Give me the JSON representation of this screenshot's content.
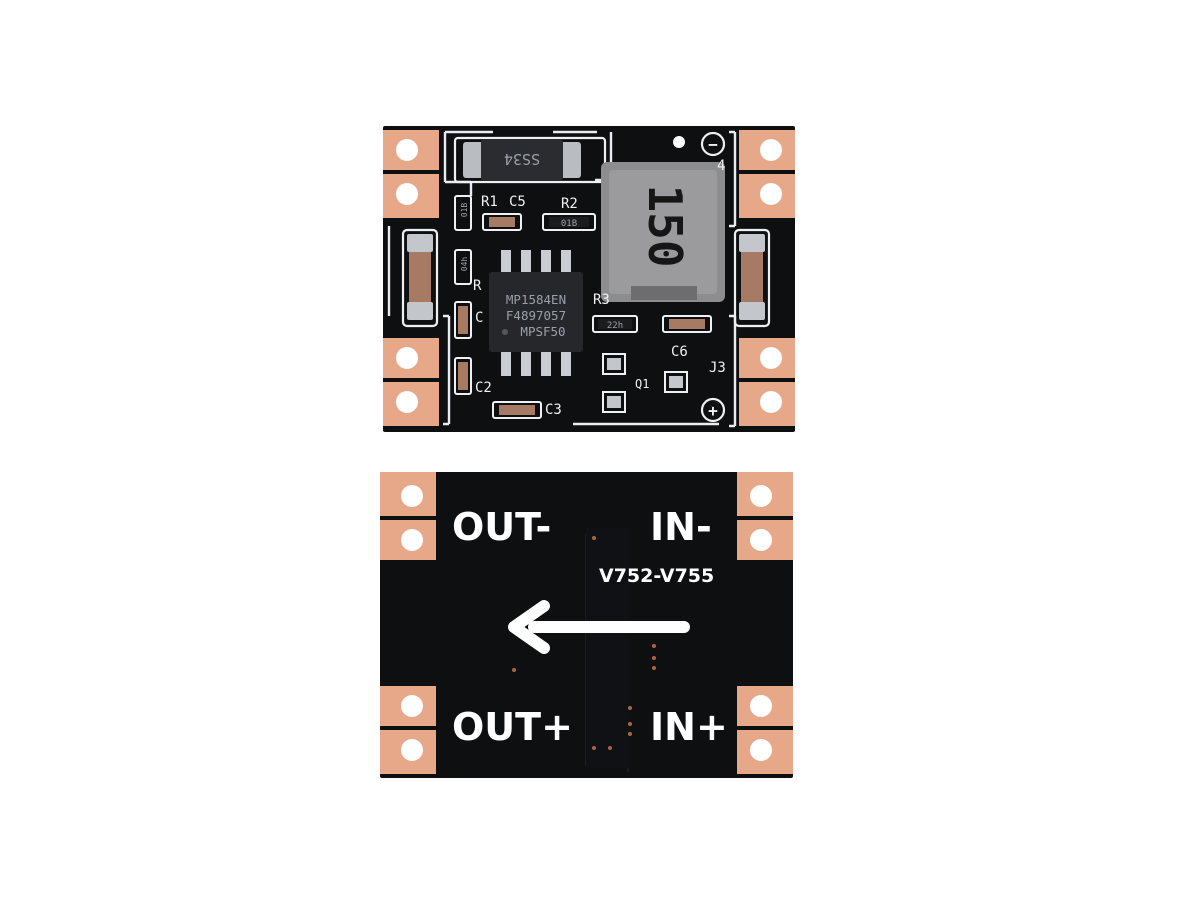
{
  "colors": {
    "pcb": "#0e0f11",
    "pcb_edge": "#1c1d20",
    "silkscreen": "#eef1f4",
    "copper_pad": "#e7a88a",
    "pad_hole": "#ffffff",
    "chip_body": "#26272a",
    "chip_pin": "#c9ccd0",
    "inductor": "#8d8d8f",
    "smd_cap": "#a77a63",
    "solder": "#c3c6ca",
    "background": "#ffffff"
  },
  "top_board": {
    "diode_marking": "SS34",
    "inductor_marking": "150",
    "chip_lines": [
      "MP1584EN",
      "F4897057",
      "MPSF50"
    ],
    "resistor_markings": {
      "r1": "01B",
      "r2": "01B",
      "r_side": "04h",
      "r3": "22h"
    },
    "labels": {
      "r1": "R1",
      "c5": "C5",
      "r2": "R2",
      "r3": "R3",
      "c6": "C6",
      "j3": "J3",
      "j4": "4",
      "c2": "C2",
      "c3": "C3",
      "q1": "Q1",
      "r_left": "R",
      "c_left": "C",
      "minus": "−",
      "plus": "+"
    }
  },
  "bottom_board": {
    "out_minus": "OUT-",
    "in_minus": "IN-",
    "out_plus": "OUT+",
    "in_plus": "IN+",
    "model": "V752-V755",
    "arrow_direction": "left"
  }
}
